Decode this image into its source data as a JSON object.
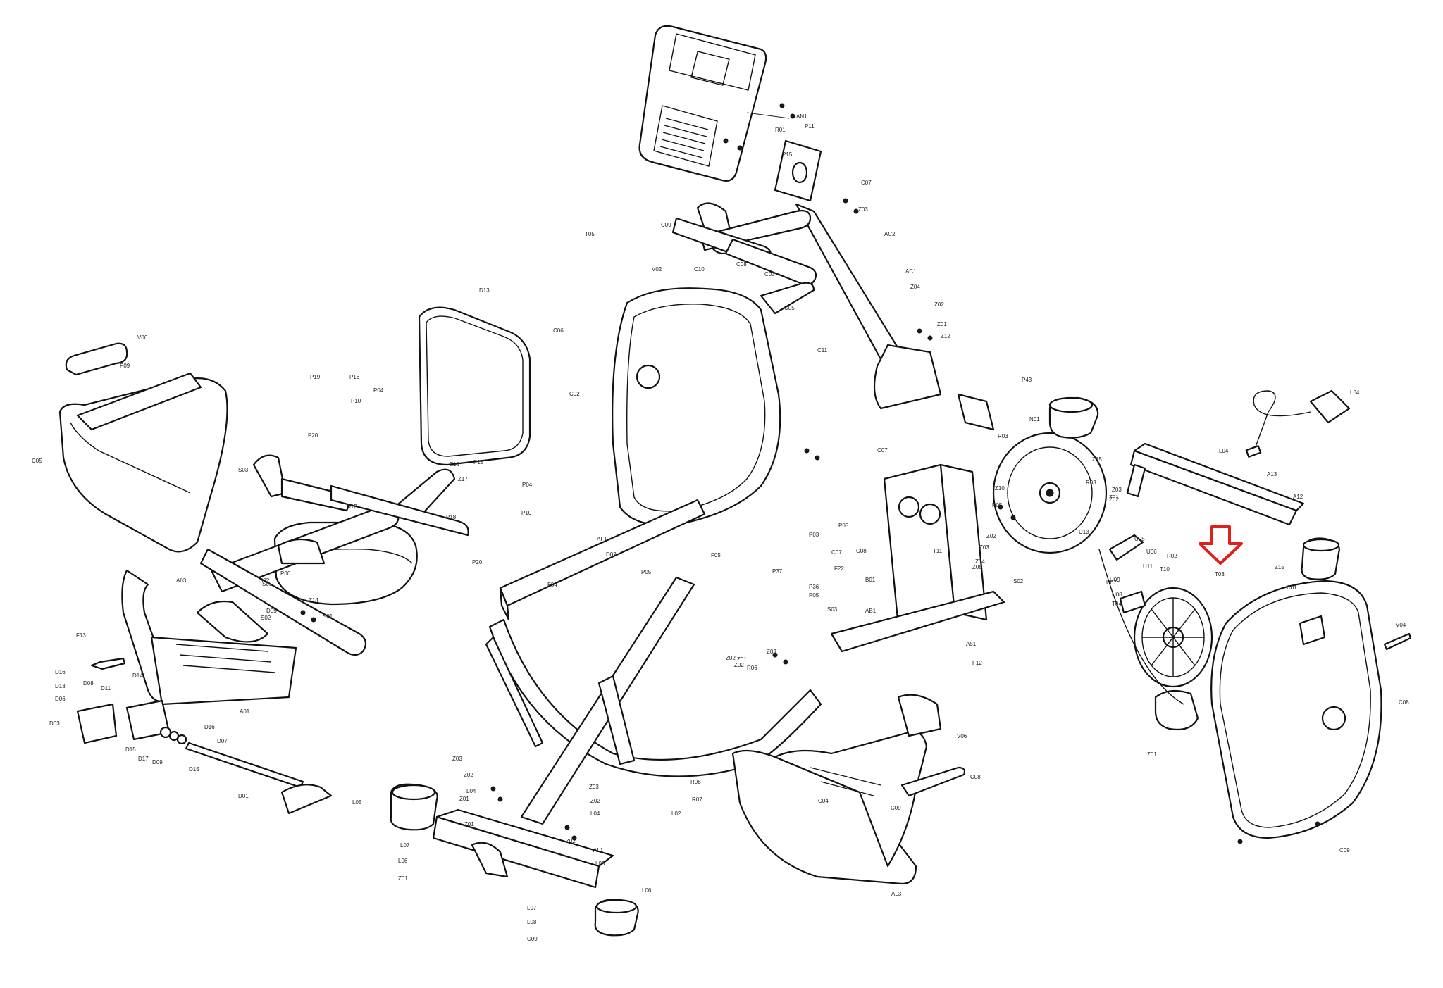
{
  "diagram": {
    "highlight_color": "#e0201b",
    "highlight_icon": "down-arrow-icon",
    "highlighted_label": "R02",
    "labels": [
      "AN1",
      "P11",
      "R01",
      "P15",
      "C07",
      "Z03",
      "C09",
      "C10",
      "C08",
      "C11",
      "AC1",
      "AC2",
      "Z04",
      "Z02",
      "Z01",
      "Z12",
      "C05",
      "C03",
      "T05",
      "V02",
      "C06",
      "C02",
      "V06",
      "P09",
      "D13",
      "P19",
      "P16",
      "P10",
      "P04",
      "Z18",
      "Z17",
      "C05",
      "P20",
      "P15",
      "P04",
      "P18",
      "P10",
      "P20",
      "D12",
      "S03",
      "S05",
      "A03",
      "S02",
      "P06",
      "Z14",
      "D05",
      "S01",
      "S02",
      "F13",
      "D14",
      "D16",
      "D13",
      "D08",
      "D11",
      "D06",
      "D03",
      "D15",
      "D17",
      "D09",
      "D15",
      "D16",
      "D07",
      "D01",
      "D02",
      "A01",
      "AF1",
      "F05",
      "P05",
      "F04",
      "P03",
      "P05",
      "C07",
      "C08",
      "C07",
      "T11",
      "R03",
      "N01",
      "Z10",
      "Z15",
      "P05",
      "R03",
      "Z03",
      "Z01",
      "Z02",
      "U13",
      "U05",
      "U06",
      "U11",
      "U08",
      "T10",
      "U09",
      "U07",
      "T04",
      "R02",
      "T03",
      "Z01",
      "Z02",
      "Z03",
      "Z04",
      "Z05",
      "S02",
      "P37",
      "P36",
      "P05",
      "F22",
      "B01",
      "S03",
      "AB1",
      "A51",
      "F12",
      "Z01",
      "Z03",
      "Z02",
      "Z02",
      "R06",
      "R08",
      "R07",
      "L02",
      "L05",
      "L07",
      "L06",
      "Z01",
      "Z03",
      "Z02",
      "L04",
      "Z01",
      "Z03",
      "Z02",
      "L04",
      "Z01",
      "Z02",
      "AL1",
      "L03",
      "L06",
      "L07",
      "L08",
      "C09",
      "V06",
      "C08",
      "C04",
      "C09",
      "AL3",
      "P43",
      "L04",
      "L04",
      "A13",
      "A12",
      "Z15",
      "C01",
      "V04",
      "C08",
      "C09"
    ]
  }
}
